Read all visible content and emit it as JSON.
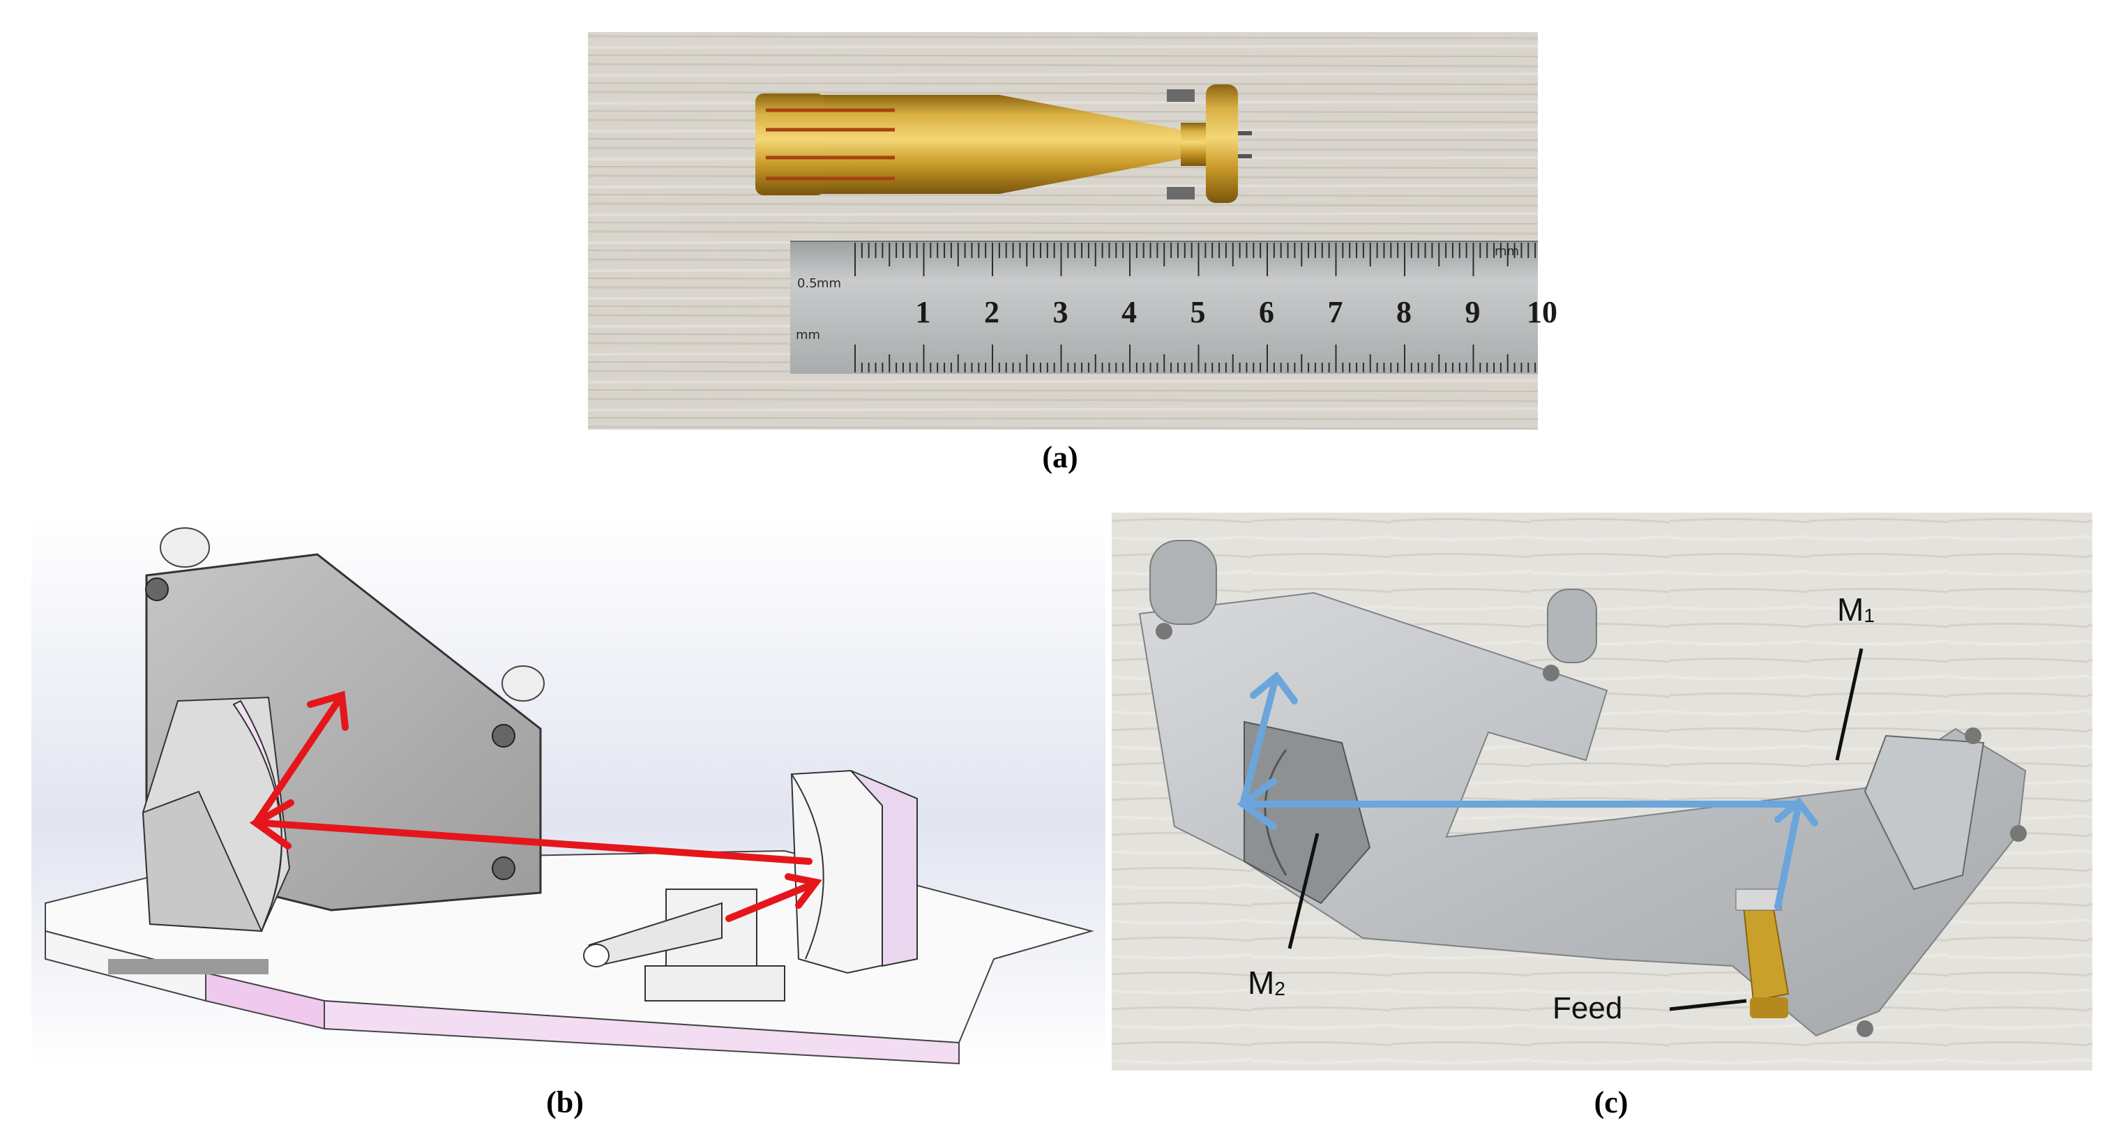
{
  "figure": {
    "panels": [
      {
        "id": "a",
        "caption": "(a)"
      },
      {
        "id": "b",
        "caption": "(b)"
      },
      {
        "id": "c",
        "caption": "(c)"
      }
    ]
  },
  "ruler": {
    "numbers": [
      "1",
      "2",
      "3",
      "4",
      "5",
      "6",
      "7",
      "8",
      "9",
      "10"
    ],
    "unit_top_left": "0.5",
    "unit_mm_1": "mm",
    "unit_mm_2": "mm",
    "unit_mm_3": "mm"
  },
  "photo_c": {
    "label_m1_main": "M",
    "label_m1_sub": "1",
    "label_m2_main": "M",
    "label_m2_sub": "2",
    "label_feed": "Feed"
  },
  "colors": {
    "cad_arrow": "#e5161b",
    "photo_arrow": "#6aa6dc",
    "horn_gold": "#c9a02a",
    "steel_ruler": "#b9bcbd",
    "cad_plate": "#b5b5b5"
  }
}
